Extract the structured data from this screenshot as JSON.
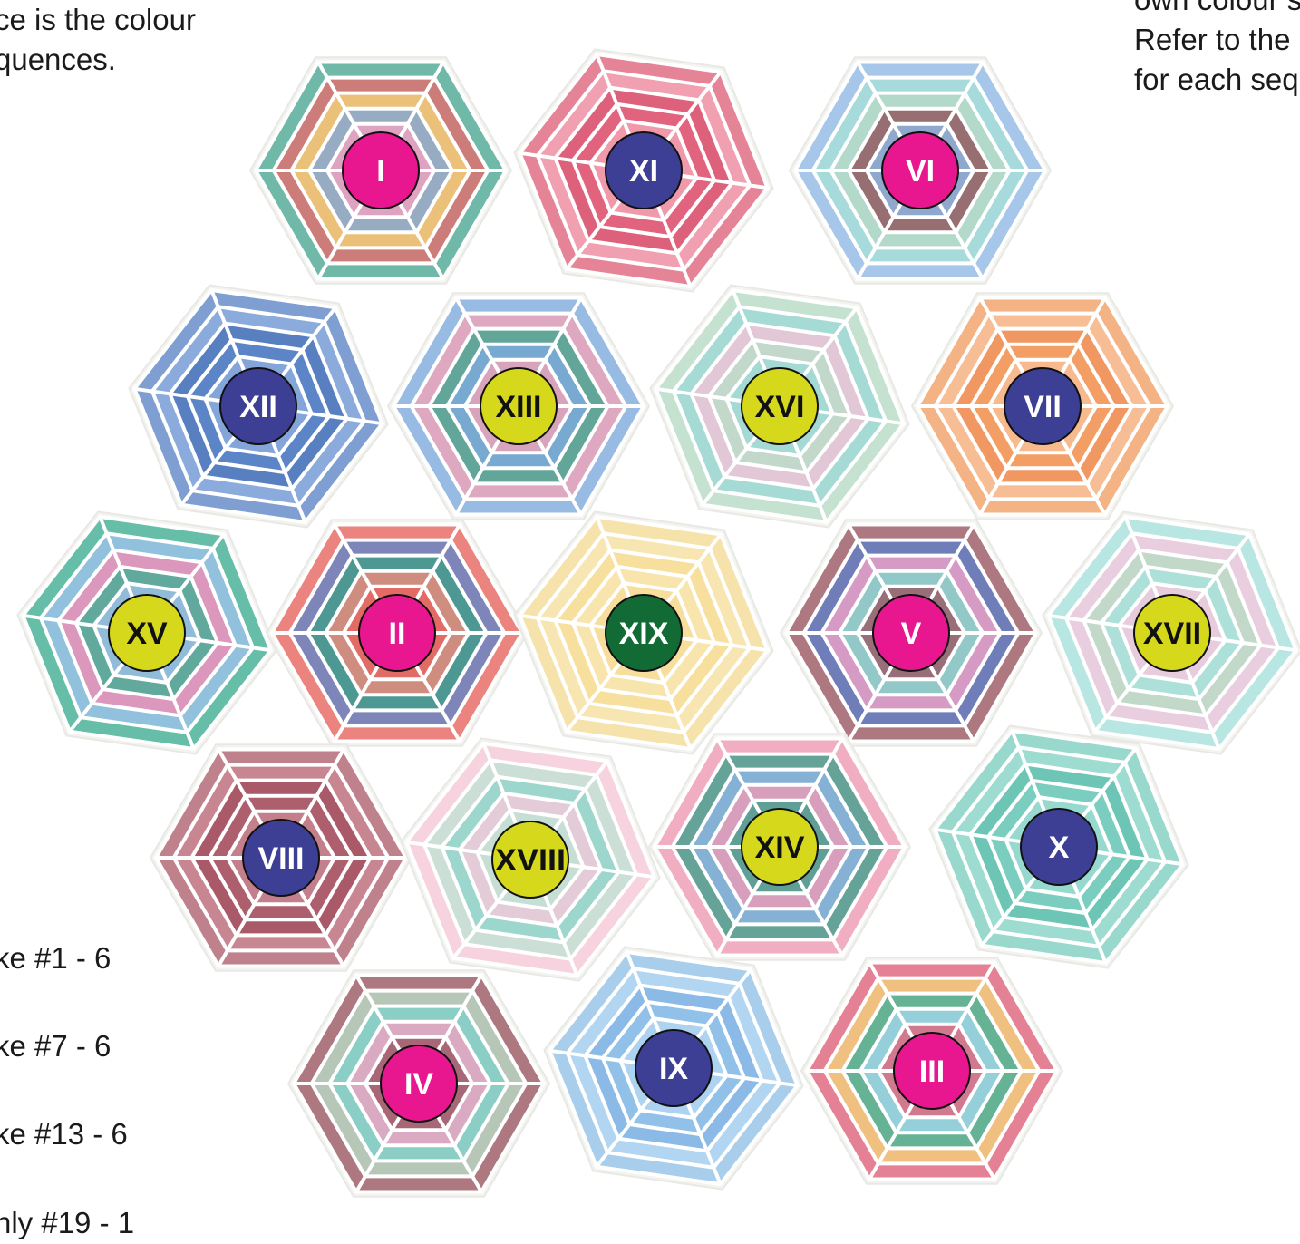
{
  "intro_left": [
    "ce is the colour",
    "quences."
  ],
  "intro_right": [
    "own colour s",
    "Refer to the",
    "for each seq"
  ],
  "legend": [
    "ke #1 - 6",
    "ke #7 - 6",
    "ke #13 - 6",
    "nly #19 - 1"
  ],
  "colors": {
    "magenta": "#e8168f",
    "navy": "#3d3f95",
    "yellow": "#d6d81c",
    "green": "#126b35"
  },
  "hexagons": [
    {
      "label": "I",
      "badge": "magenta",
      "palette": [
        "#4aa893",
        "#e86b6b",
        "#f4d37a",
        "#7fa6d9",
        "#f2a0c0",
        "#5c6fc0"
      ]
    },
    {
      "label": "XI",
      "badge": "navy",
      "palette": [
        "#e2647e",
        "#f2a8b8",
        "#d94f6c"
      ]
    },
    {
      "label": "VI",
      "badge": "magenta",
      "palette": [
        "#8fb9e8",
        "#a8e0d6",
        "#b5d9c5",
        "#8f4f58"
      ]
    },
    {
      "label": "XII",
      "badge": "navy",
      "palette": [
        "#5d86c9",
        "#8eaedf",
        "#4a72b8"
      ]
    },
    {
      "label": "XIII",
      "badge": "yellow",
      "palette": [
        "#7eaae0",
        "#f2a3b6",
        "#3fa58e"
      ]
    },
    {
      "label": "XVI",
      "badge": "yellow",
      "palette": [
        "#b7dcc6",
        "#9ed9d6",
        "#f3c2d6"
      ]
    },
    {
      "label": "VII",
      "badge": "navy",
      "palette": [
        "#f4a066",
        "#f7c29a",
        "#ef8c52"
      ]
    },
    {
      "label": "XV",
      "badge": "yellow",
      "palette": [
        "#3fae94",
        "#9ec1ec",
        "#f08cb2"
      ]
    },
    {
      "label": "II",
      "badge": "magenta",
      "palette": [
        "#e8635e",
        "#5f86c9",
        "#3f9d86",
        "#f28a7a"
      ]
    },
    {
      "label": "XIX",
      "badge": "green",
      "palette": [
        "#f6dc97",
        "#f9e7b4"
      ]
    },
    {
      "label": "V",
      "badge": "magenta",
      "palette": [
        "#9a5561",
        "#5d80c9",
        "#f4a3c6",
        "#7fd5c8"
      ]
    },
    {
      "label": "XVII",
      "badge": "yellow",
      "palette": [
        "#a6e2de",
        "#f7c7de",
        "#b7ddc3"
      ]
    },
    {
      "label": "VIII",
      "badge": "navy",
      "palette": [
        "#b0616f",
        "#c98893",
        "#a04d5c"
      ]
    },
    {
      "label": "XVIII",
      "badge": "yellow",
      "palette": [
        "#f7c9da",
        "#bfe3d3",
        "#8fd3ca"
      ]
    },
    {
      "label": "XIV",
      "badge": "yellow",
      "palette": [
        "#f09ab6",
        "#3d9f8a",
        "#8eb5e6"
      ]
    },
    {
      "label": "X",
      "badge": "navy",
      "palette": [
        "#7fcfc1",
        "#9fdcd2",
        "#5fbfae"
      ]
    },
    {
      "label": "IV",
      "badge": "magenta",
      "palette": [
        "#9a5561",
        "#b9dcc6",
        "#7fd0cb",
        "#f0a0bf"
      ]
    },
    {
      "label": "IX",
      "badge": "navy",
      "palette": [
        "#94c3ea",
        "#b5d8f2",
        "#7fb2e2"
      ]
    },
    {
      "label": "III",
      "badge": "magenta",
      "palette": [
        "#e0607a",
        "#f4d27c",
        "#3fae9a",
        "#a3d8ee"
      ]
    }
  ]
}
